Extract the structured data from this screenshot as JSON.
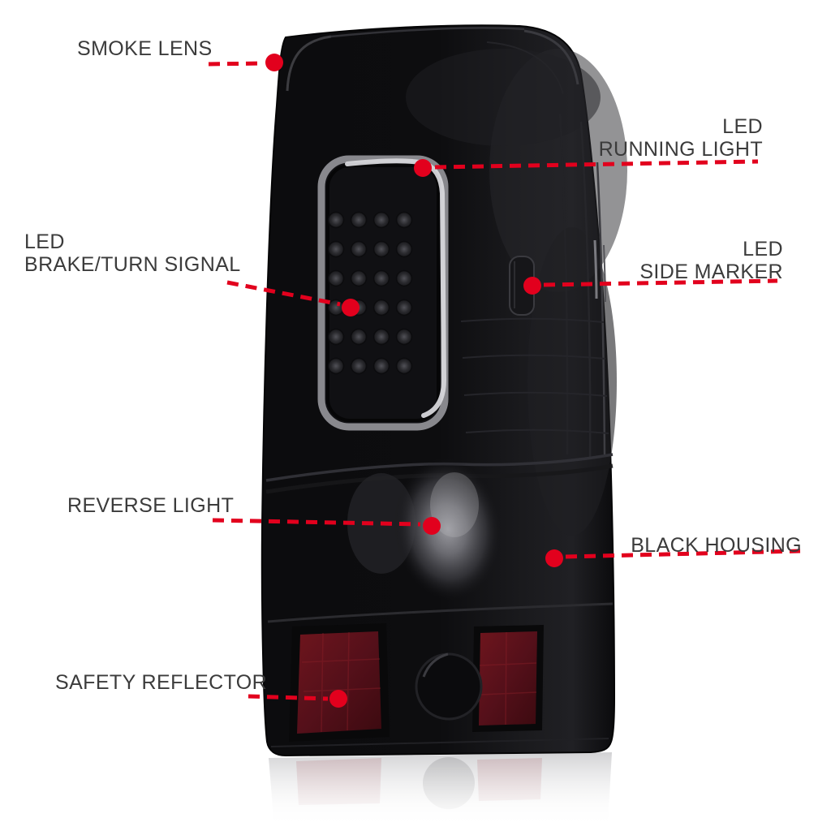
{
  "colors": {
    "callout_red": "#e2001d",
    "label_text": "#3b3b3b",
    "background": "#ffffff",
    "housing_black": "#0c0c0e",
    "reflector_red": "#55101a",
    "tube_highlight": "#d6d6da"
  },
  "annotations": [
    {
      "id": "smoke-lens",
      "lines": [
        "SMOKE LENS"
      ],
      "side": "left"
    },
    {
      "id": "led-running-light",
      "lines": [
        "LED",
        "RUNNING LIGHT"
      ],
      "side": "right"
    },
    {
      "id": "led-brake-turn-signal",
      "lines": [
        "LED",
        "BRAKE/TURN SIGNAL"
      ],
      "side": "left"
    },
    {
      "id": "led-side-marker",
      "lines": [
        "LED",
        "SIDE MARKER"
      ],
      "side": "right"
    },
    {
      "id": "reverse-light",
      "lines": [
        "REVERSE LIGHT"
      ],
      "side": "left"
    },
    {
      "id": "black-housing",
      "lines": [
        "BLACK HOUSING"
      ],
      "side": "right"
    },
    {
      "id": "safety-reflector",
      "lines": [
        "SAFETY REFLECTOR"
      ],
      "side": "left"
    }
  ],
  "icons": {
    "callout_dot": "filled-red-circle",
    "callout_line": "red-dashed-line"
  }
}
